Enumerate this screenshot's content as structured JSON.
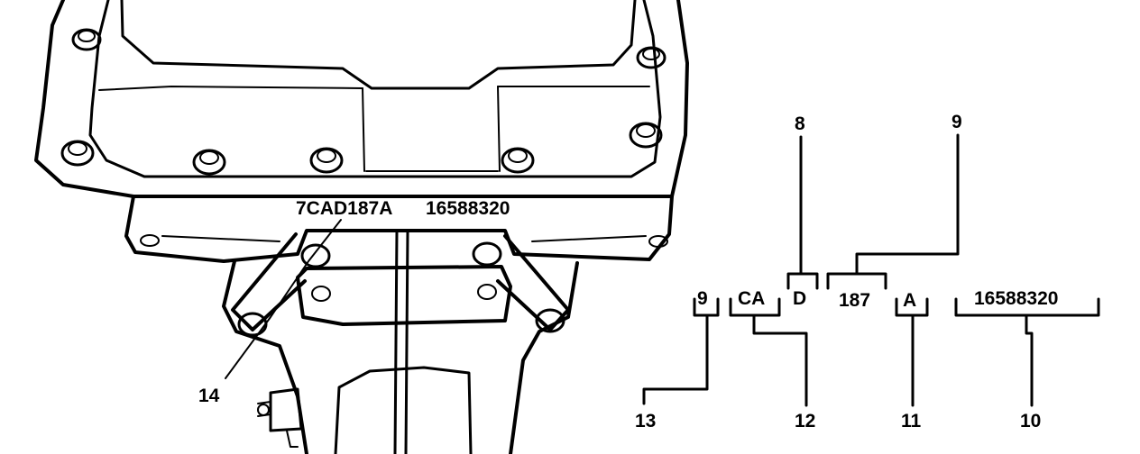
{
  "casting": {
    "full_code": "7CAD187A",
    "part_number": "16588320"
  },
  "breakdown": {
    "segments": {
      "s9": "9",
      "ca": "CA",
      "d": "D",
      "n187": "187",
      "a": "A",
      "part": "16588320"
    },
    "callouts": {
      "c8": "8",
      "c9": "9",
      "c10": "10",
      "c11": "11",
      "c12": "12",
      "c13": "13",
      "c14": "14"
    }
  }
}
